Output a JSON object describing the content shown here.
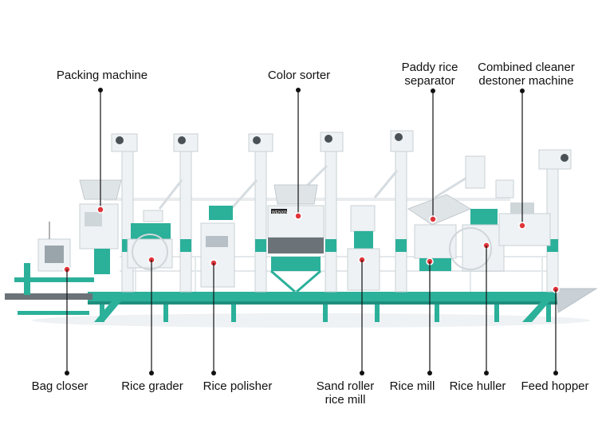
{
  "labels": {
    "packing_machine": "Packing machine",
    "color_sorter": "Color sorter",
    "paddy_separator_l1": "Paddy rice",
    "paddy_separator_l2": "separator",
    "cleaner_l1": "Combined cleaner",
    "cleaner_l2": "destoner machine",
    "bag_closer": "Bag closer",
    "rice_grader": "Rice grader",
    "rice_polisher": "Rice polisher",
    "sand_roller_l1": "Sand roller",
    "sand_roller_l2": "rice mill",
    "rice_mill": "Rice mill",
    "rice_huller": "Rice huller",
    "feed_hopper": "Feed hopper"
  },
  "colors": {
    "teal": "#2bb09a",
    "teal_dark": "#1f8f7d",
    "frame_white": "#e9eef1",
    "steel": "#c9d1d6",
    "marker": "#e0353a",
    "leader": "#111111"
  },
  "sorter_brand": "WENXIN"
}
